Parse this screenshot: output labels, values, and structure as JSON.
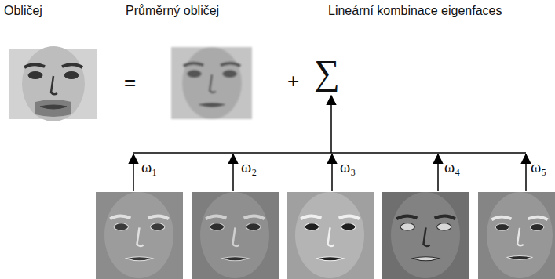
{
  "diagram": {
    "labels": [
      "Obličej",
      "Průměrný obličej",
      "Lineární kombinace eigenfaces",
      "=",
      "+",
      "∑",
      "ω₁",
      "ω₂",
      "ω₃",
      "ω₄",
      "ω₅"
    ]
  }
}
